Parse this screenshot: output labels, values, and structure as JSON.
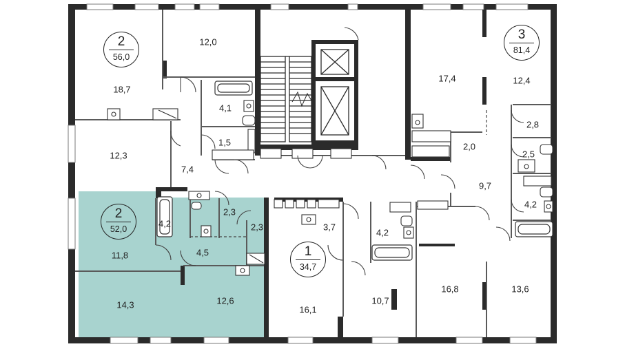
{
  "apartments": [
    {
      "rooms": "2",
      "area": "56,0"
    },
    {
      "rooms": "3",
      "area": "81,4"
    },
    {
      "rooms": "2",
      "area": "52,0"
    },
    {
      "rooms": "1",
      "area": "34,7"
    }
  ],
  "rooms": {
    "a56_living": "18,7",
    "a56_bed": "12,0",
    "a56_bath": "4,1",
    "a56_wc": "1,5",
    "a56_kitchen": "12,3",
    "a56_hall": "7,4",
    "a81_living": "17,4",
    "a81_bed": "12,4",
    "a81_store": "2,8",
    "a81_closet": "2,0",
    "a81_wc": "2,5",
    "a81_hall": "9,7",
    "a81_bath": "4,2",
    "a81_bed2": "16,8",
    "a81_bed3": "13,6",
    "a52_living": "11,8",
    "a52_bath": "4,2",
    "a52_store1": "2,3",
    "a52_store2": "2,3",
    "a52_hall": "4,5",
    "a52_bed": "14,3",
    "a52_kitchen": "12,6",
    "a34_hall": "3,7",
    "a34_bath": "4,2",
    "a34_living": "16,1",
    "a34_kitchen": "10,7"
  },
  "colors": {
    "wall": "#2b2b2b",
    "highlight": "#a8d3cf",
    "thin_wall": "#9a9a9a"
  }
}
